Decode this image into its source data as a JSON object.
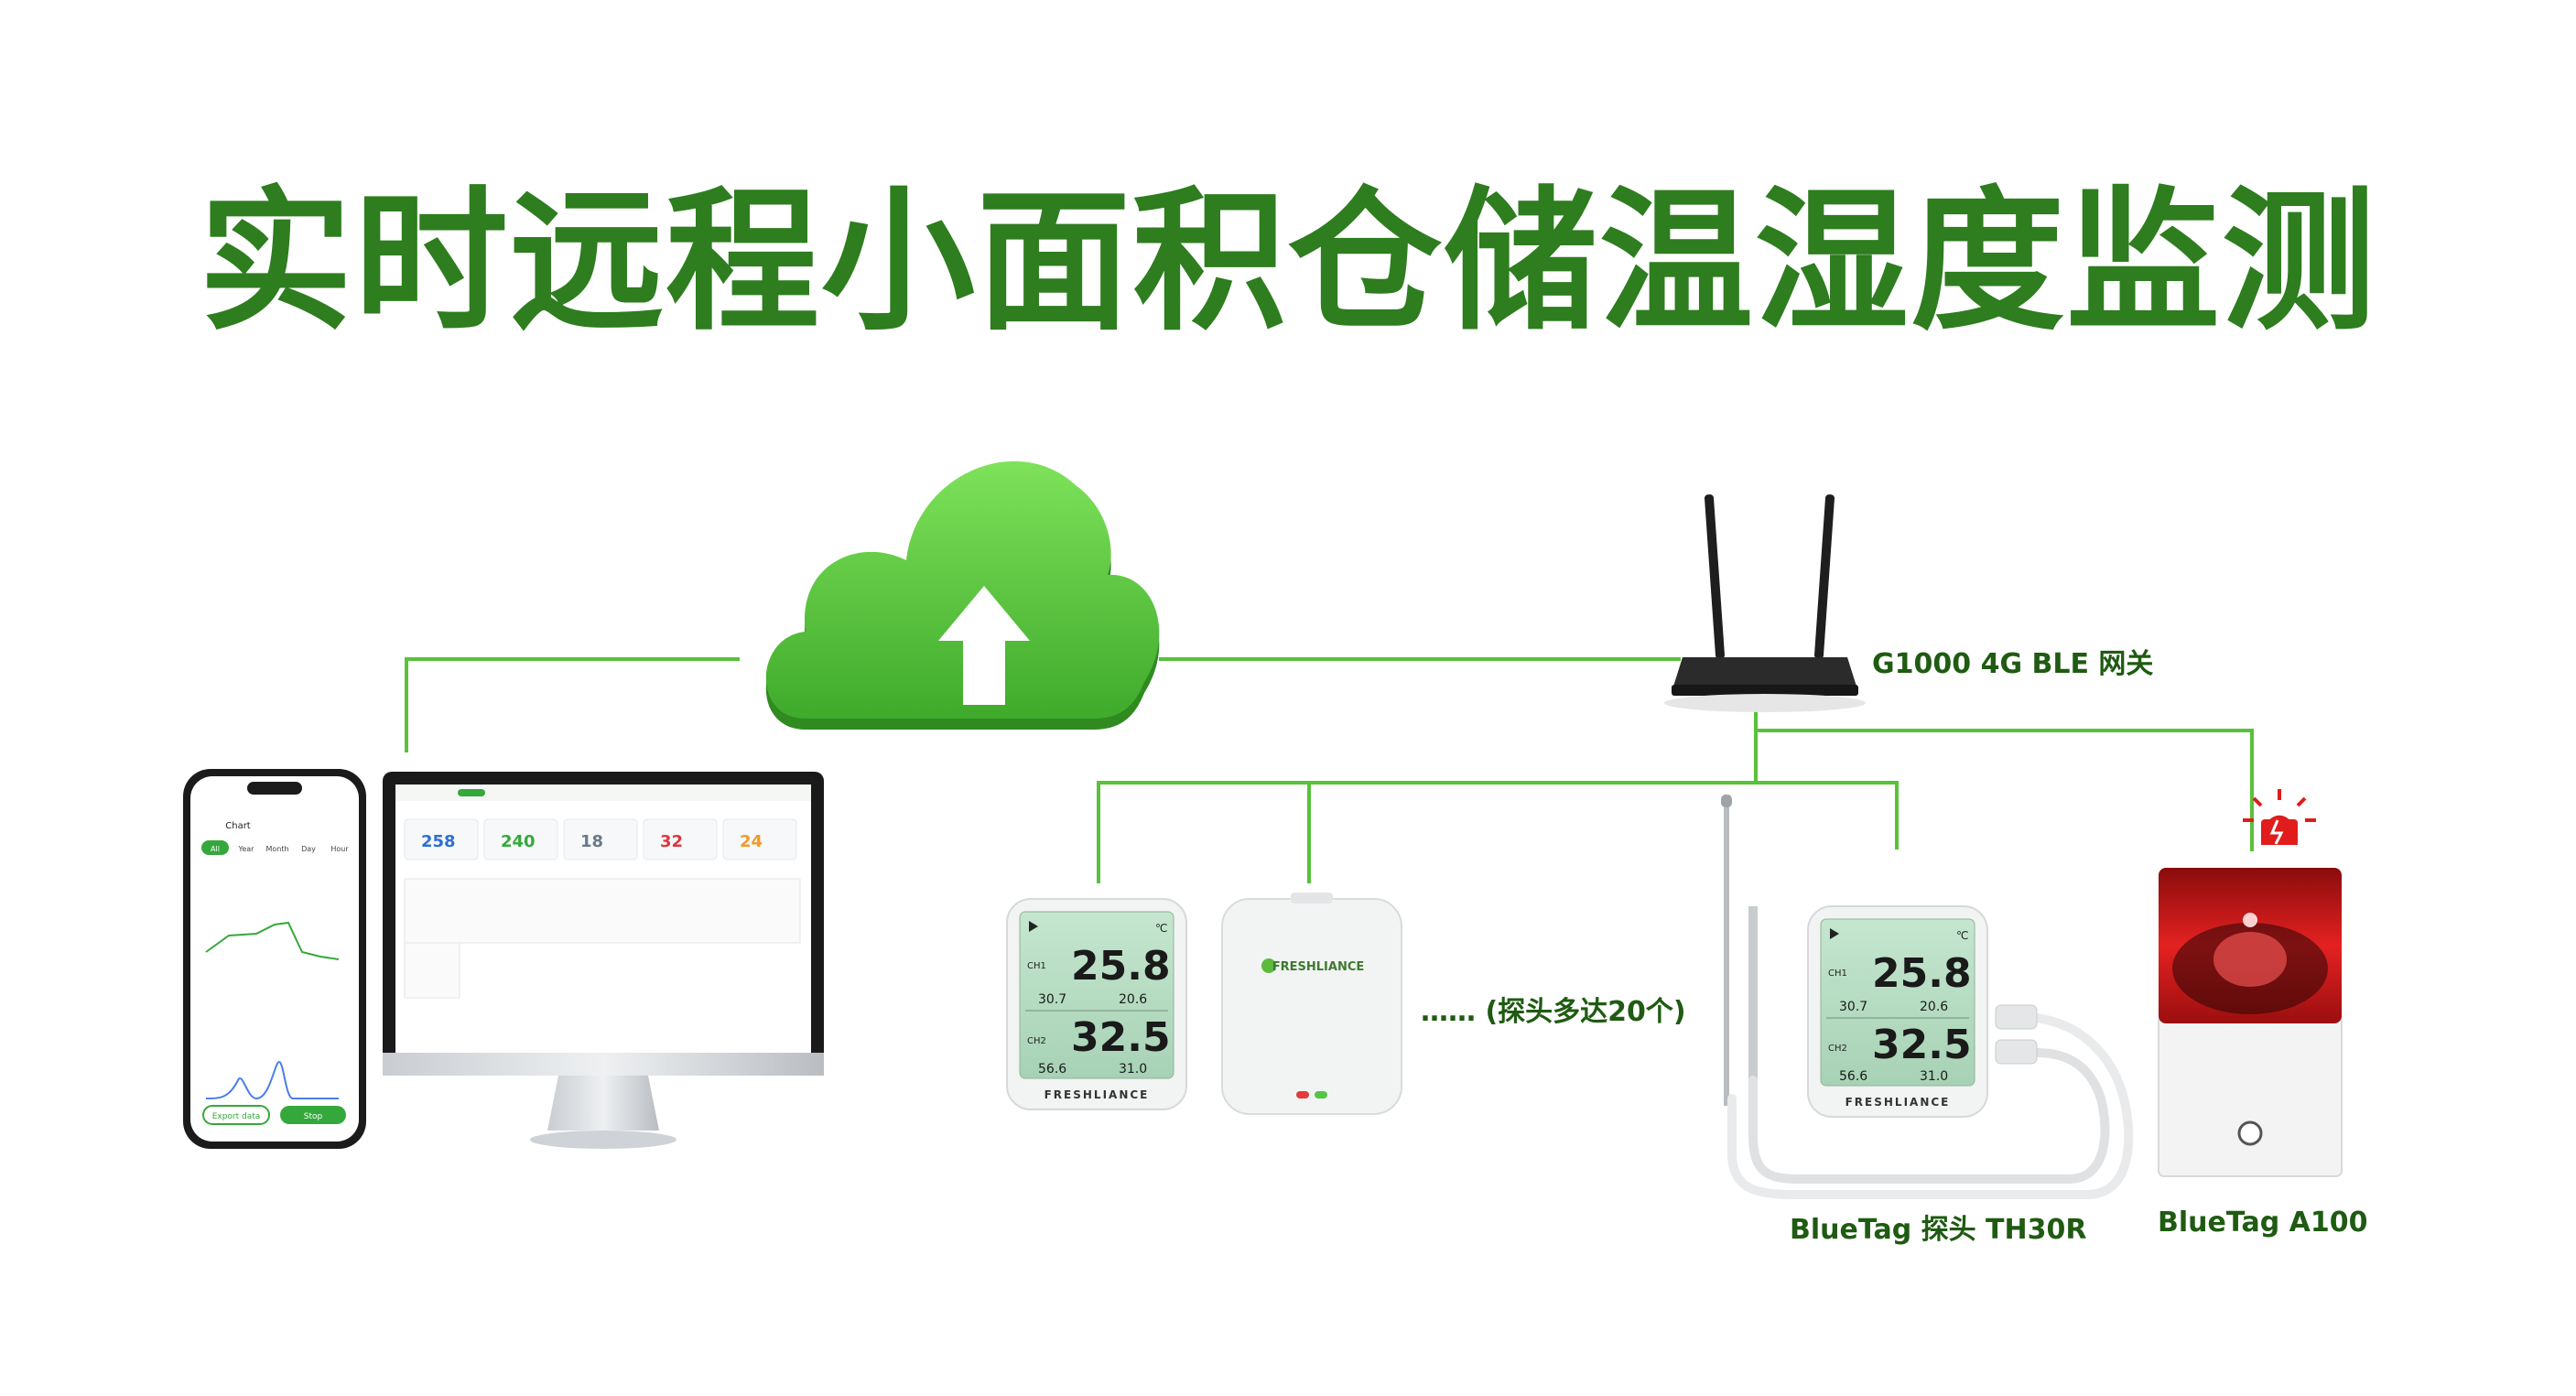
{
  "title": "实时远程小面积仓储温湿度监测",
  "colors": {
    "title": "#2e7d1f",
    "line": "#59c13a",
    "cloud": "#5ccc3c",
    "cloud_dark": "#3ea629",
    "label": "#1f5b12",
    "lcd": "#b7dcc3",
    "alarm": "#e01c1c"
  },
  "labels": {
    "gateway": "G1000 4G BLE 网关",
    "sensor_count": "…… (探头多达20个)",
    "probe_sensor": "BlueTag 探头 TH30R",
    "alarm": "BlueTag A100"
  },
  "device": {
    "brand": "FRESHLIANCE",
    "channel1": "CH1",
    "channel2": "CH2",
    "reading1_main": "25.8",
    "reading1_small_left": "30.7",
    "reading1_small_right": "20.6",
    "reading2_main": "32.5",
    "reading2_small_left": "56.6",
    "reading2_small_right": "31.0",
    "unit": "℃"
  },
  "dashboard": {
    "stats": [
      "258",
      "240",
      "18",
      "32",
      "24"
    ],
    "stat_colors": [
      "#2f6fd6",
      "#35a83b",
      "#6a7a8a",
      "#e2343f",
      "#f39a2a"
    ]
  },
  "phone": {
    "header": "Chart",
    "tabs": [
      "All",
      "Year",
      "Month",
      "Day",
      "Hour"
    ],
    "btn_left": "Export data",
    "btn_right": "Stop"
  }
}
